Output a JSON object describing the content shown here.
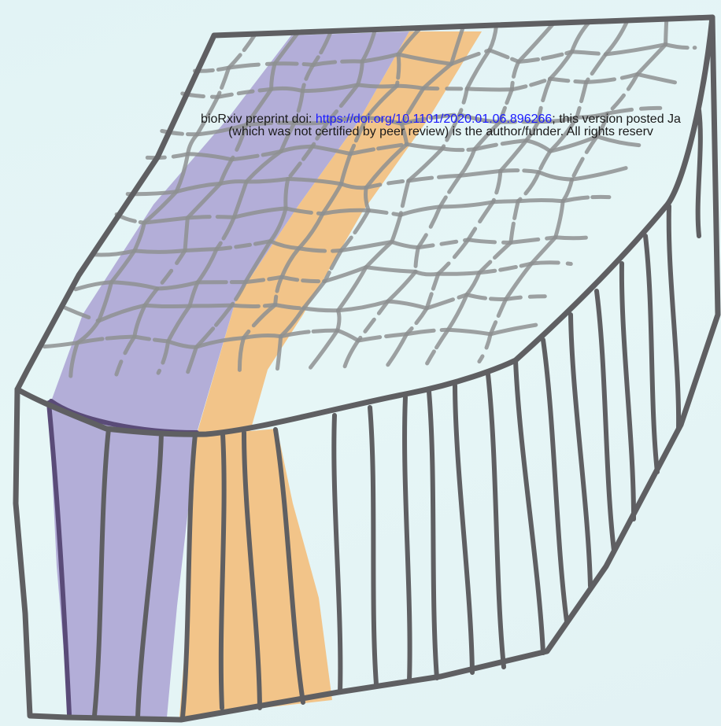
{
  "preprint_notice": {
    "line1_prefix": "bioRxiv preprint doi: ",
    "doi_link": "https://doi.org/10.1101/2020.01.06.896266",
    "line1_suffix": "; this version posted Ja",
    "line2": "(which was not certified by peer review) is the author/funder. All rights reserv"
  },
  "colors": {
    "background": "#e4f4f5",
    "outline": "#5f5f62",
    "cell_outline": "#8e9192",
    "purple_band": "#b3aed8",
    "orange_band": "#f2c489",
    "purple_line": "#5a4b78"
  }
}
